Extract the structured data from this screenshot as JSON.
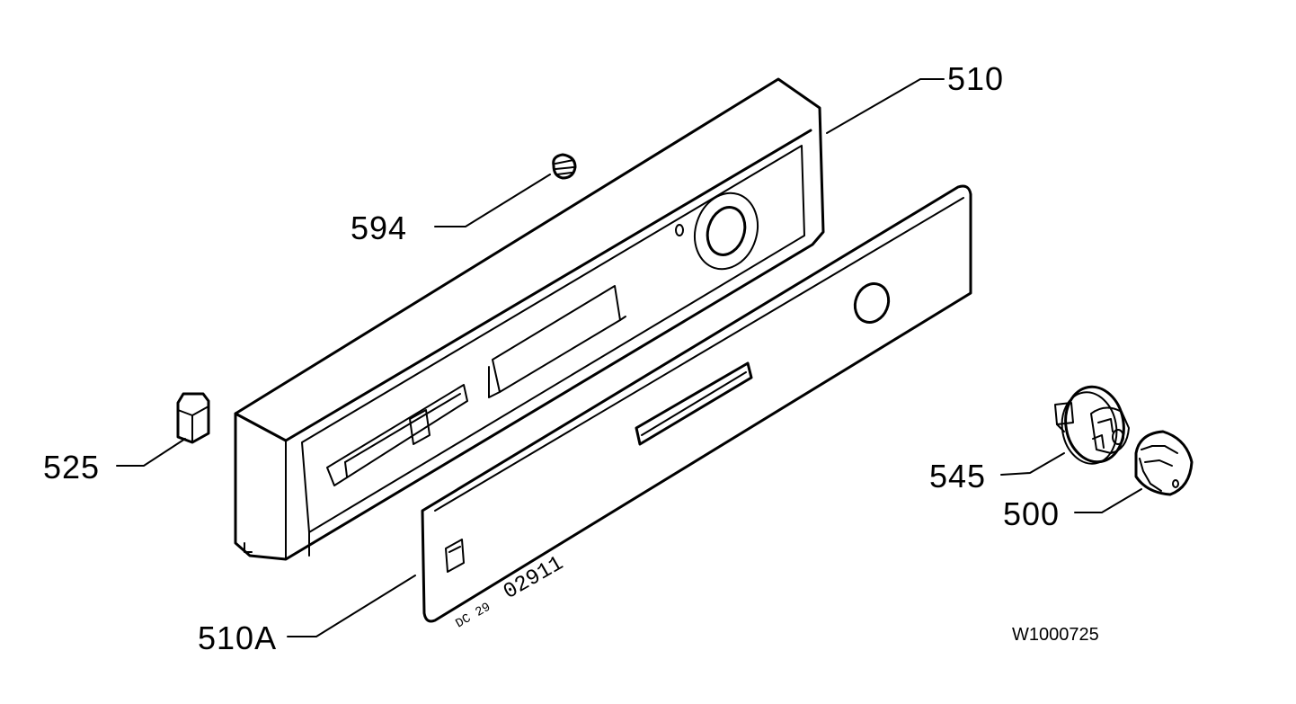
{
  "labels": {
    "panel_510": "510",
    "panel_510a": "510A",
    "screw_594": "594",
    "button_525": "525",
    "knob_base_545": "545",
    "knob_500": "500"
  },
  "drawing_code": "W1000725",
  "panel_stamp": {
    "prefix": "DC 29",
    "number": "02911"
  }
}
